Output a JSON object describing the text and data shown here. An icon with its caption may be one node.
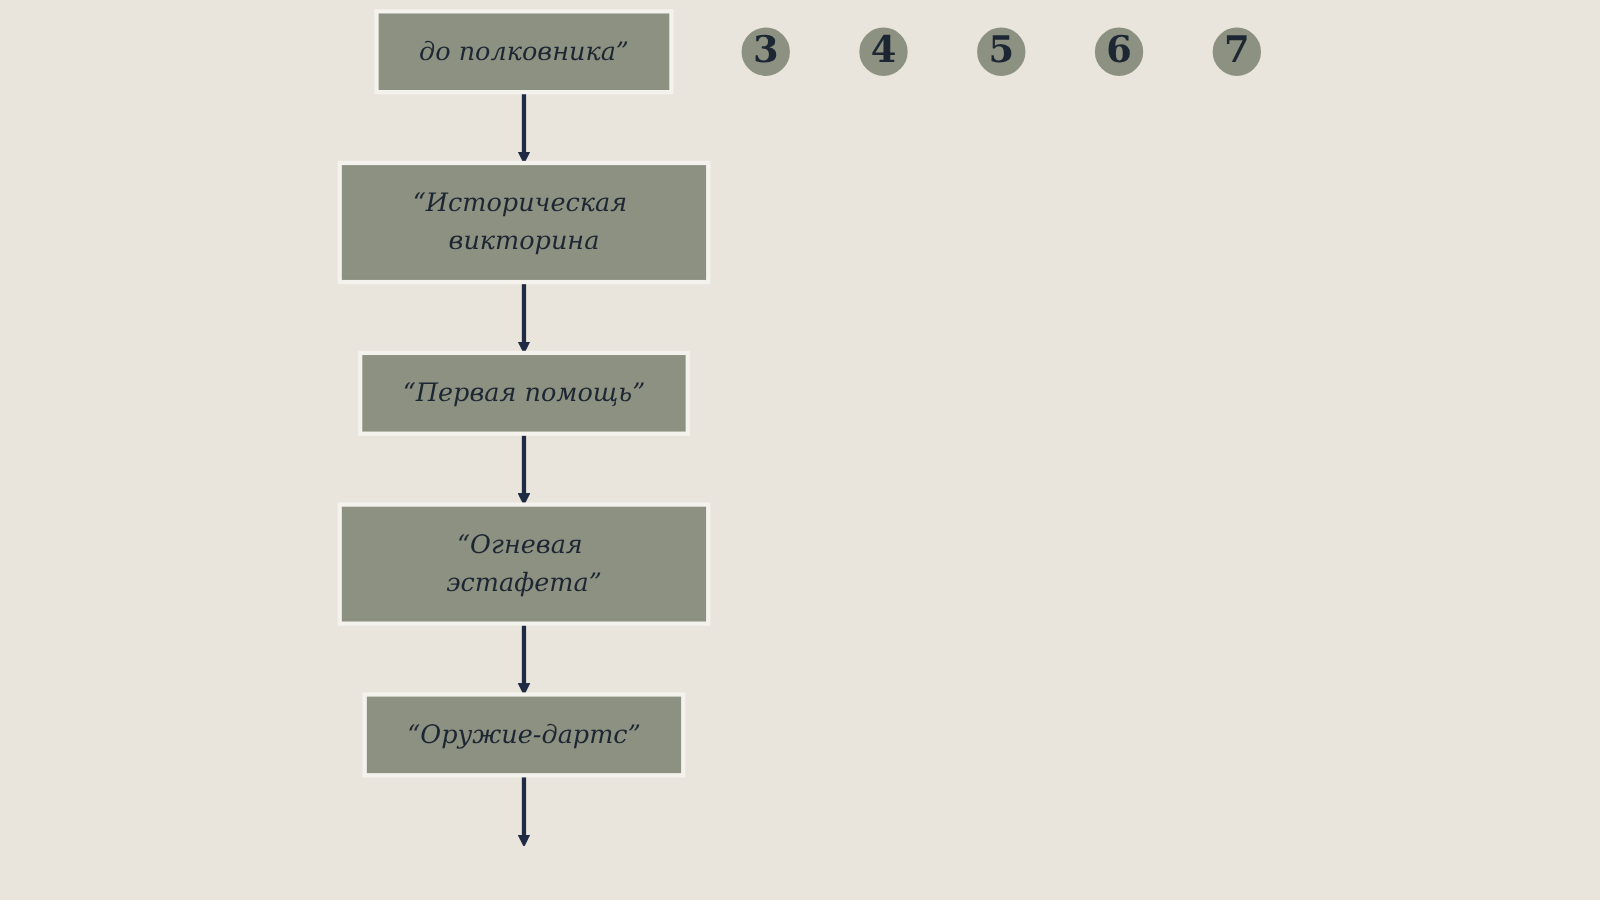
{
  "diagram": {
    "nodes": [
      {
        "text": [
          "до полковника”"
        ]
      },
      {
        "text": [
          "3"
        ]
      },
      {
        "text": [
          "“Историческая викторина"
        ]
      },
      {
        "text": [
          "4"
        ]
      },
      {
        "text": [
          "“Первая помощь”"
        ]
      },
      {
        "text": [
          "5"
        ]
      },
      {
        "text": [
          "“Огневая эстафета”"
        ]
      },
      {
        "text": [
          "6"
        ]
      },
      {
        "text": [
          "“Оружие-дартс”"
        ]
      },
      {
        "text": [
          "7"
        ]
      }
    ],
    "edges": [
      {
        "from": 0,
        "to": 2,
        "arrow": "to"
      },
      {
        "from": 2,
        "to": 4,
        "arrow": "to"
      },
      {
        "from": 4,
        "to": 6,
        "arrow": "to"
      },
      {
        "from": 6,
        "to": 8,
        "arrow": "to"
      },
      {
        "from": 8,
        "to": null,
        "arrow": "to"
      }
    ]
  }
}
